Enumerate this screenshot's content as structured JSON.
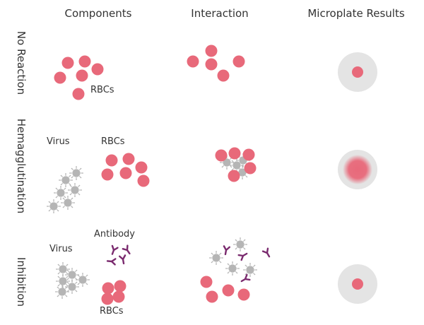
{
  "columns": [
    "Components",
    "Interaction",
    "Microplate Results"
  ],
  "rows": [
    "No Reaction",
    "Hemagglutination",
    "Inhibition"
  ],
  "labels": {
    "rbcs": "RBCs",
    "virus": "Virus",
    "antibody": "Antibody"
  },
  "colors": {
    "rbc": "#e8697a",
    "virus": "#b5b5b5",
    "antibody": "#7a2a6e",
    "well": "#e4e4e4",
    "text": "#333333"
  },
  "icons": [
    "red-blood-cell-icon",
    "virus-icon",
    "antibody-icon",
    "microplate-well-icon"
  ]
}
